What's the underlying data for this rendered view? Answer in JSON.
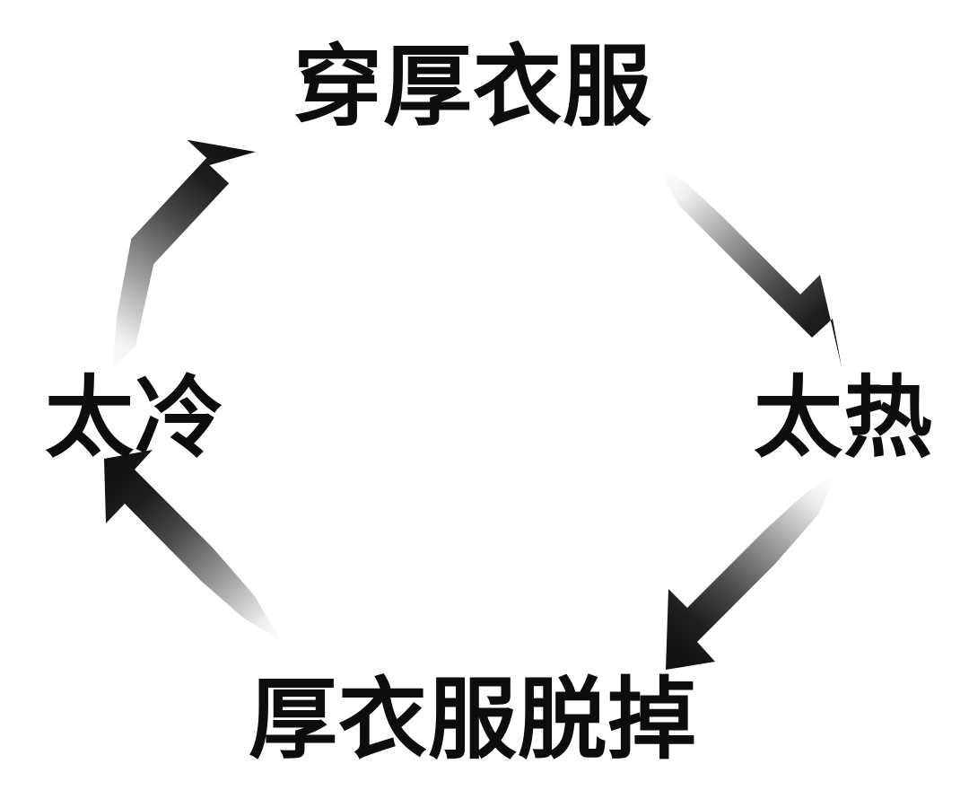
{
  "diagram": {
    "type": "cycle",
    "title": "",
    "direction": "clockwise",
    "background_color": "#ffffff",
    "text_color": "#0d0d0d",
    "nodes": [
      {
        "id": "wear-thick-clothes",
        "label": "穿厚衣服",
        "position": "top"
      },
      {
        "id": "too-hot",
        "label": "太热",
        "position": "right"
      },
      {
        "id": "take-off-thick-clothes",
        "label": "厚衣服脱掉",
        "position": "bottom"
      },
      {
        "id": "too-cold",
        "label": "太冷",
        "position": "left"
      }
    ],
    "arrows": [
      {
        "id": "arrow-cold-to-wear",
        "from": "too-cold",
        "to": "wear-thick-clothes",
        "position": "upper-left",
        "tail_color": "#ffffff",
        "head_color": "#141414"
      },
      {
        "id": "arrow-wear-to-hot",
        "from": "wear-thick-clothes",
        "to": "too-hot",
        "position": "upper-right",
        "tail_color": "#ffffff",
        "head_color": "#141414"
      },
      {
        "id": "arrow-hot-to-takeoff",
        "from": "too-hot",
        "to": "take-off-thick-clothes",
        "position": "lower-right",
        "tail_color": "#ffffff",
        "head_color": "#141414"
      },
      {
        "id": "arrow-takeoff-to-cold",
        "from": "take-off-thick-clothes",
        "to": "too-cold",
        "position": "lower-left",
        "tail_color": "#ffffff",
        "head_color": "#141414"
      }
    ]
  }
}
